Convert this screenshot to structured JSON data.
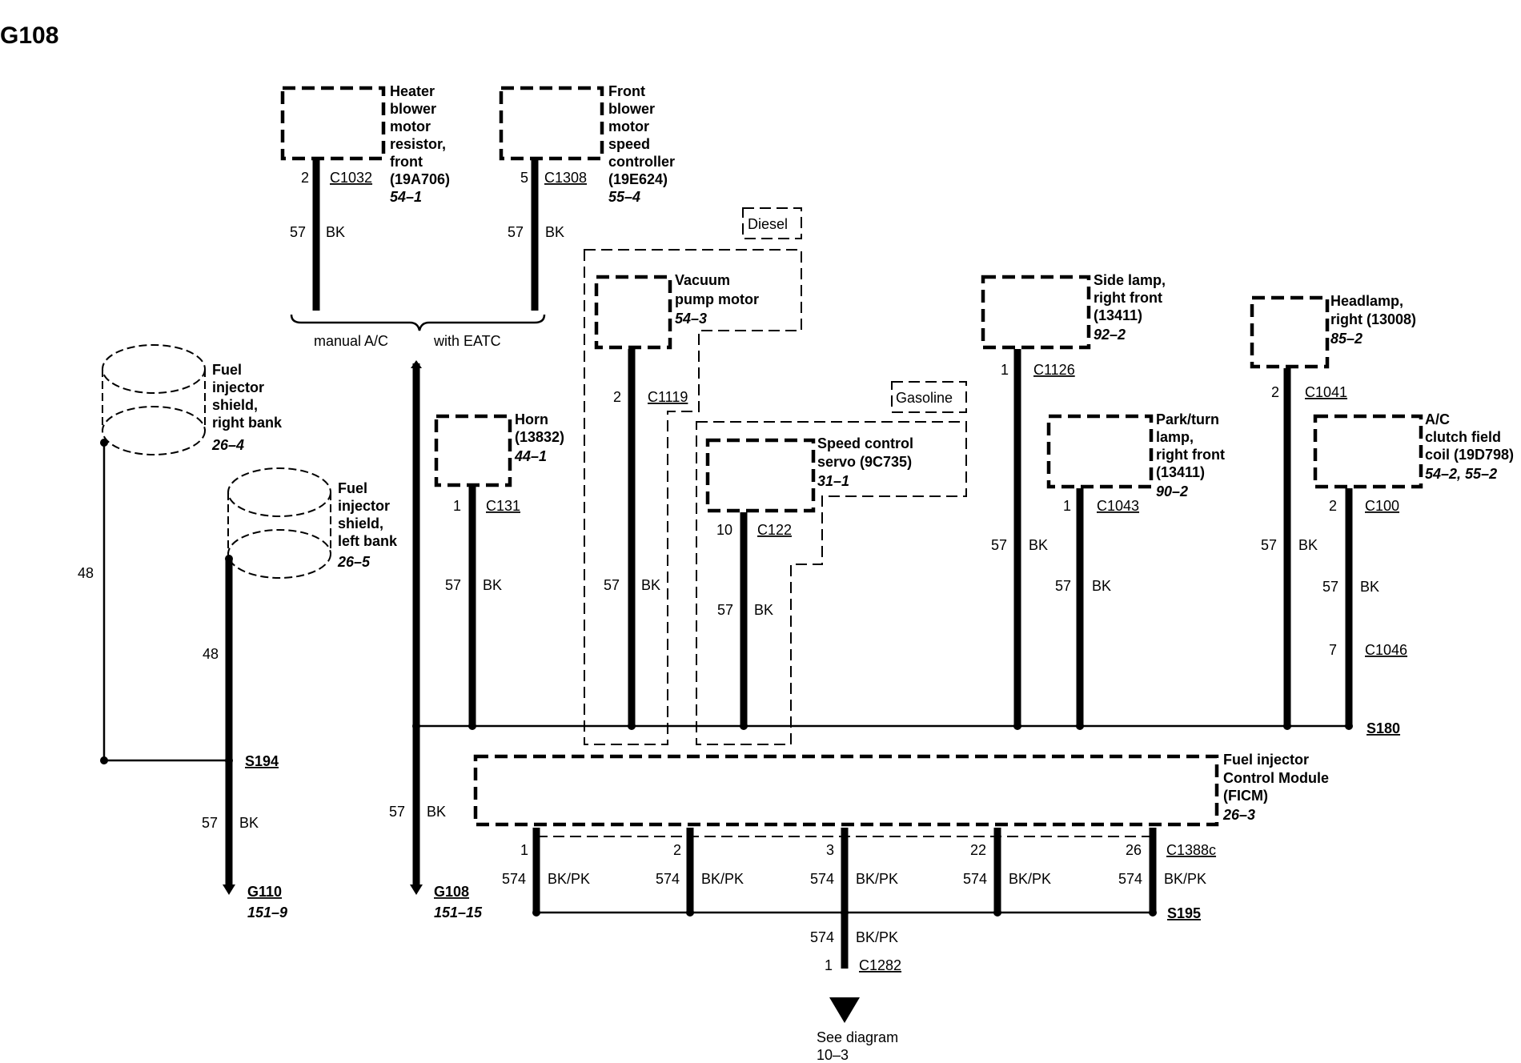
{
  "title": "G108",
  "components": {
    "heater_blower": {
      "lines": [
        "Heater",
        "blower",
        "motor",
        "resistor,",
        "front",
        "(19A706)"
      ],
      "ref": "54–1",
      "pin": "2",
      "connector": "C1032",
      "circuit": "57",
      "color": "BK"
    },
    "front_blower": {
      "lines": [
        "Front",
        "blower",
        "motor",
        "speed",
        "controller",
        "(19E624)"
      ],
      "ref": "55–4",
      "pin": "5",
      "connector": "C1308",
      "circuit": "57",
      "color": "BK"
    },
    "vacuum_pump": {
      "lines": [
        "Vacuum",
        "pump motor"
      ],
      "ref": "54–3",
      "pin": "2",
      "connector": "C1119",
      "circuit": "57",
      "color": "BK"
    },
    "horn": {
      "lines": [
        "Horn",
        "(13832)"
      ],
      "ref": "44–1",
      "pin": "1",
      "connector": "C131",
      "circuit": "57",
      "color": "BK"
    },
    "speed_control": {
      "lines": [
        "Speed control",
        "servo (9C735)"
      ],
      "ref": "31–1",
      "pin": "10",
      "connector": "C122",
      "circuit": "57",
      "color": "BK"
    },
    "side_lamp": {
      "lines": [
        "Side lamp,",
        "right front",
        "(13411)"
      ],
      "ref": "92–2",
      "pin": "1",
      "connector": "C1126",
      "circuit": "57",
      "color": "BK"
    },
    "park_turn": {
      "lines": [
        "Park/turn",
        "lamp,",
        "right front",
        "(13411)"
      ],
      "ref": "90–2",
      "pin": "1",
      "connector": "C1043",
      "circuit": "57",
      "color": "BK"
    },
    "headlamp": {
      "lines": [
        "Headlamp,",
        "right (13008)"
      ],
      "ref": "85–2",
      "pin": "2",
      "connector": "C1041",
      "circuit": "57",
      "color": "BK"
    },
    "ac_clutch": {
      "lines": [
        "A/C",
        "clutch field",
        "coil (19D798)"
      ],
      "ref": "54–2, 55–2",
      "pin": "2",
      "connector": "C100",
      "circuit": "57",
      "color": "BK",
      "pin2": "7",
      "connector2": "C1046"
    },
    "ficm": {
      "lines": [
        "Fuel injector",
        "Control Module",
        "(FICM)"
      ],
      "ref": "26–3"
    },
    "shield_right": {
      "lines": [
        "Fuel",
        "injector",
        "shield,",
        "right bank"
      ],
      "ref": "26–4"
    },
    "shield_left": {
      "lines": [
        "Fuel",
        "injector",
        "shield,",
        "left bank"
      ],
      "ref": "26–5"
    }
  },
  "options": {
    "diesel": "Diesel",
    "gasoline": "Gasoline",
    "manual_ac": "manual A/C",
    "with_eatc": "with EATC"
  },
  "splices": {
    "s180": "S180",
    "s194": "S194",
    "s195": "S195"
  },
  "grounds": {
    "g110": {
      "label": "G110",
      "ref": "151–9"
    },
    "g108": {
      "label": "G108",
      "ref": "151–15"
    }
  },
  "wires": {
    "shield_circuit": "48",
    "ground_circuit": "57",
    "ground_color": "BK",
    "ficm_circuit": "574",
    "ficm_color": "BK/PK",
    "ficm_pins": [
      "1",
      "2",
      "3",
      "22",
      "26"
    ],
    "ficm_connector": "C1388c",
    "out_pin": "1",
    "out_connector": "C1282"
  },
  "see_diagram": [
    "See diagram",
    "10–3"
  ]
}
